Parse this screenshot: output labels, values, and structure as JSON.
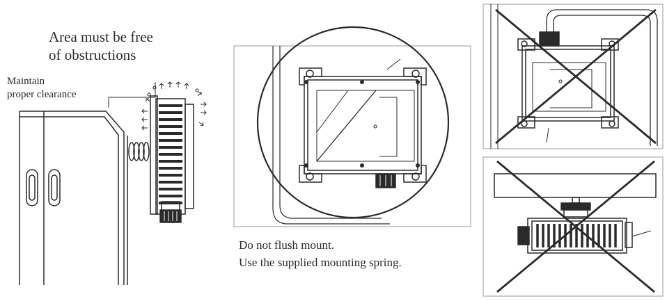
{
  "text": {
    "area_line1": "Area must be free",
    "area_line2": "of obstructions",
    "clearance_line1": "Maintain",
    "clearance_line2": "proper clearance",
    "instruction_line1": "Do not flush mount.",
    "instruction_line2": "Use the supplied mounting spring."
  },
  "colors": {
    "stroke": "#2a2a2a",
    "panel_border": "#9a9a9a",
    "fill_light": "#ffffff"
  },
  "icons": {
    "incorrect_mark": "x-mark-icon",
    "airflow": "arrow-icon"
  }
}
